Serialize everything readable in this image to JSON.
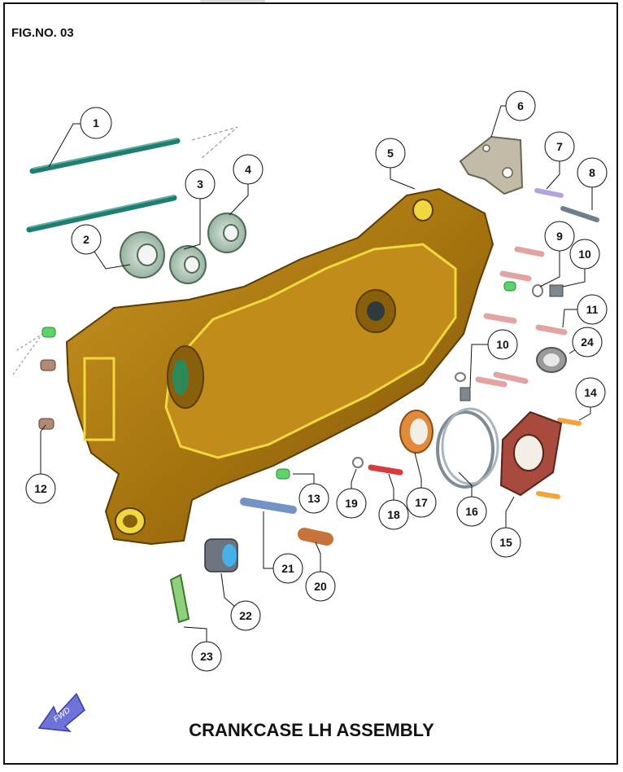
{
  "figure_number": "FIG.NO. 03",
  "title": "CRANKCASE LH ASSEMBLY",
  "fwd_label": "FWD",
  "callouts": [
    "1",
    "2",
    "3",
    "4",
    "5",
    "6",
    "7",
    "8",
    "9",
    "10",
    "10",
    "11",
    "12",
    "13",
    "14",
    "15",
    "16",
    "17",
    "18",
    "19",
    "20",
    "21",
    "22",
    "23",
    "24"
  ],
  "colors": {
    "crankcase": "#b07d12",
    "gasket": "#f0d840",
    "shaft": "#1f7d72",
    "bearing": "#9cb7a4",
    "bracket": "#c2bba8",
    "bolt_pink": "#e4a3a3",
    "bolt_orange": "#f2a53a",
    "pin_green": "#5fd36b",
    "arrow_blue": "#6f72d8"
  }
}
